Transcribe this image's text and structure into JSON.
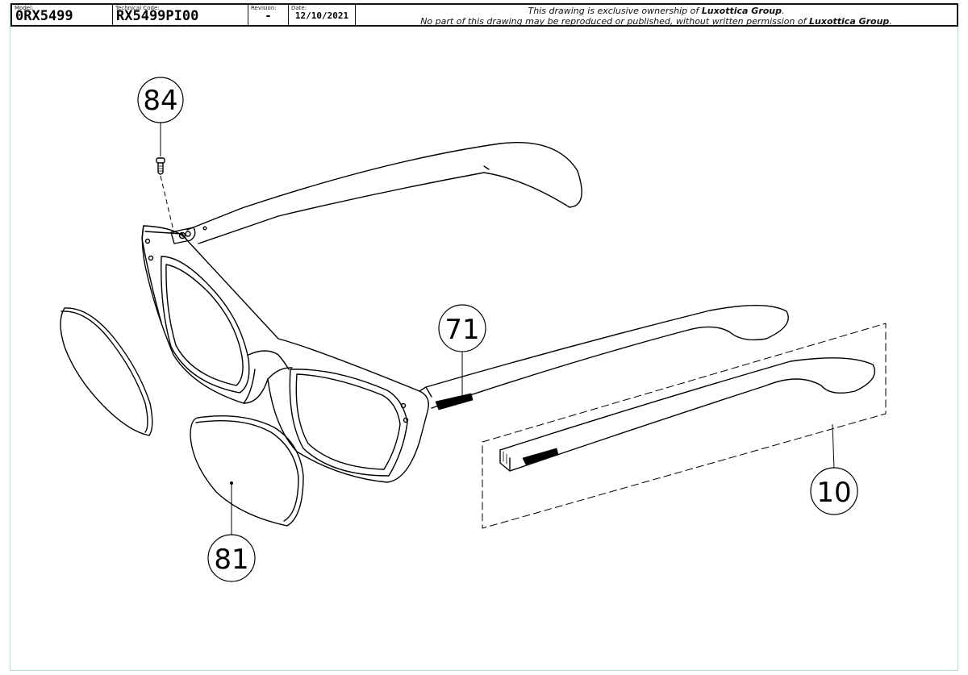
{
  "title_block": {
    "model_label": "Model:",
    "model_value": "0RX5499",
    "technical_code_label": "Technical Code:",
    "technical_code_value": "RX5499PI00",
    "revision_label": "Revision:",
    "revision_value": "-",
    "date_label": "Date:",
    "date_value": "12/10/2021",
    "notice_line1_prefix": "This drawing is exclusive ownership of ",
    "notice_line1_owner": "Luxottica Group",
    "notice_line1_suffix": ".",
    "notice_line2_prefix": "No part of this drawing may be reproduced or published, without written permission of ",
    "notice_line2_owner": "Luxottica Group",
    "notice_line2_suffix": "."
  },
  "callouts": [
    {
      "id": "84",
      "label": "84"
    },
    {
      "id": "71",
      "label": "71"
    },
    {
      "id": "10",
      "label": "10"
    },
    {
      "id": "81",
      "label": "81"
    }
  ]
}
